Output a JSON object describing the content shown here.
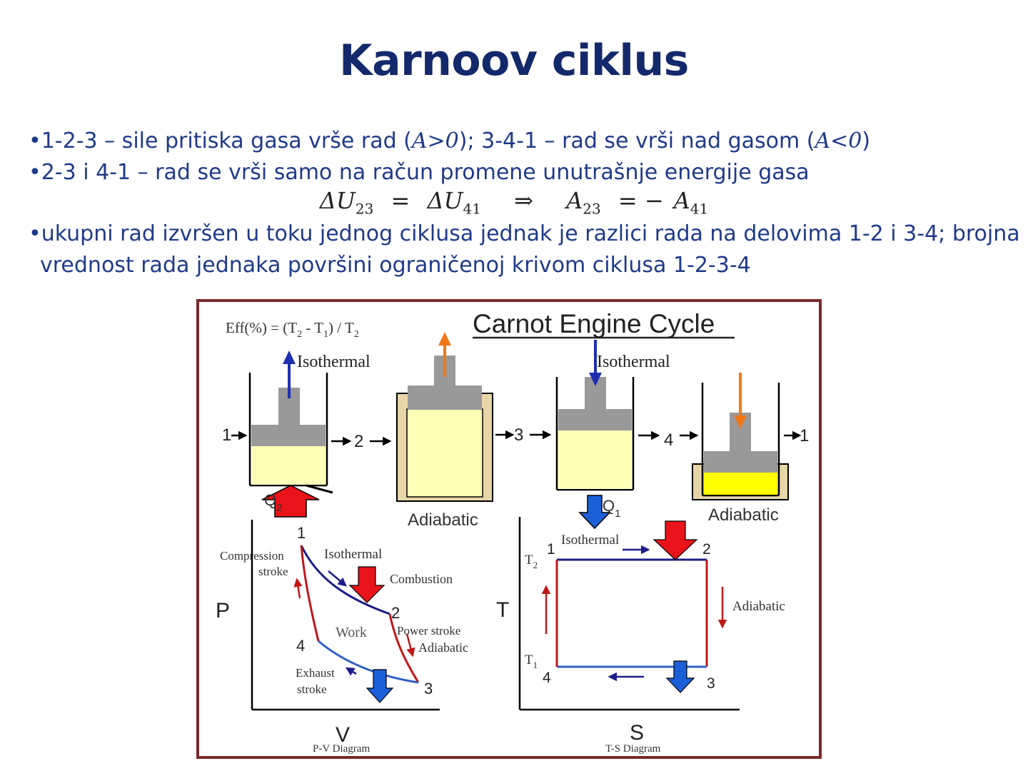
{
  "slide": {
    "title": "Karnoov ciklus",
    "bullets": [
      {
        "marker": "•",
        "t1": "1-2-3 – sile pritiska gasa vrše rad (",
        "m1": "A>0",
        "t2": "); 3-4-1 – rad se vrši nad gasom (",
        "m2": "A<0",
        "t3": ")"
      },
      {
        "marker": "•",
        "text": "2-3 i 4-1 – rad se vrši samo na račun promene unutrašnje energije gasa"
      },
      {
        "marker": "•",
        "line1": "ukupni rad izvršen u toku jednog ciklusa jednak je razlici rada na delovima 1-2 i 3-4; brojna",
        "line2": "vrednost rada jednaka površini ograničenoj krivom ciklusa 1-2-3-4"
      }
    ],
    "formula": {
      "lhs_symbol": "ΔU",
      "lhs_sub": "23",
      "eq1": "=",
      "mid_symbol": "ΔU",
      "mid_sub": "41",
      "implies": "⇒",
      "rhs_symbol": "A",
      "rhs_sub": "23",
      "eq2": "= −",
      "end_symbol": "A",
      "end_sub": "41"
    }
  },
  "diagram": {
    "title": "Carnot Engine Cycle",
    "efficiency": {
      "a": "Eff(%) = (T",
      "s1": "2",
      "b": " - T",
      "s2": "1",
      "c": ") / T",
      "s3": "2"
    },
    "stages": {
      "isothermal_1": "Isothermal",
      "adiabatic_2": "Adiabatic",
      "isothermal_3": "Isothermal",
      "adiabatic_4": "Adiabatic"
    },
    "step_labels": {
      "s1": "1",
      "s2": "2",
      "s3": "3",
      "s4": "4",
      "s5": "1"
    },
    "heat": {
      "q2": "Q",
      "q2_sub": "2",
      "q1": "Q",
      "q1_sub": "1"
    },
    "pv": {
      "y_label": "P",
      "x_label": "V",
      "caption": "P-V Diagram",
      "compression_1": "Compression",
      "compression_2": "stroke",
      "isothermal": "Isothermal",
      "combustion": "Combustion",
      "work": "Work",
      "power_stroke": "Power stroke",
      "adiabatic": "Adiabatic",
      "exhaust_1": "Exhaust",
      "exhaust_2": "stroke",
      "p1": "1",
      "p2": "2",
      "p3": "3",
      "p4": "4"
    },
    "ts": {
      "y_label": "T",
      "x_label": "S",
      "caption": "T-S Diagram",
      "isothermal": "Isothermal",
      "adiabatic": "Adiabatic",
      "t2": "T",
      "t2_sub": "2",
      "t1": "T",
      "t1_sub": "1",
      "p1": "1",
      "p2": "2",
      "p3": "3",
      "p4": "4"
    },
    "colors": {
      "frame": "#7a2a2a",
      "piston": "#999999",
      "gas": "#ffffb8",
      "gas_hot": "#ffff00",
      "insulation": "#e8d6a8",
      "red": "#e8141a",
      "blue": "#1b5fd8",
      "orange": "#f07818",
      "dark_blue_line": "#1d1d8a"
    }
  }
}
